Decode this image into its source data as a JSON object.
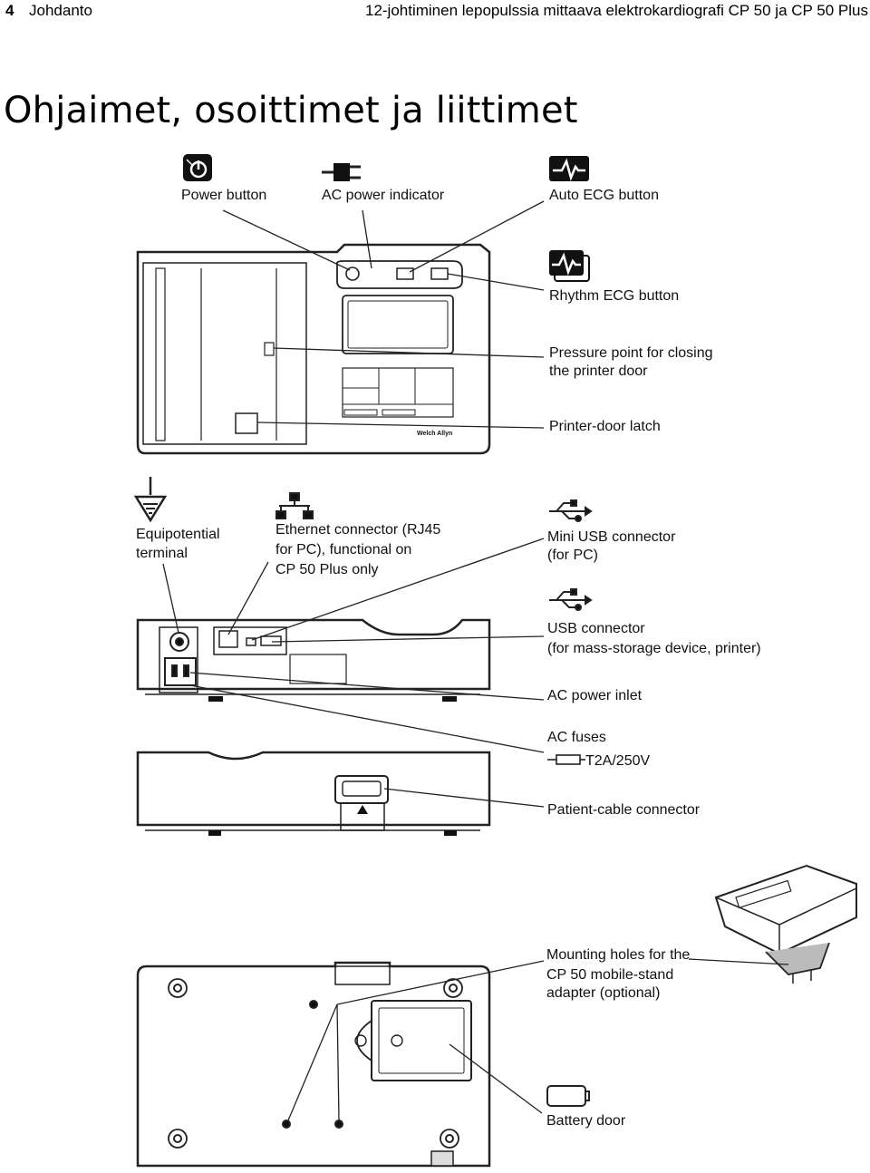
{
  "header": {
    "page_number": "4",
    "section": "Johdanto",
    "running_title": "12-johtiminen lepopulssia mittaava elektrokardiografi CP 50 ja CP 50 Plus"
  },
  "page_title": "Ohjaimet, osoittimet ja liittimet",
  "top_view": {
    "power_button": "Power button",
    "ac_power_indicator": "AC power indicator",
    "auto_ecg_button": "Auto ECG button",
    "rhythm_ecg_button": "Rhythm ECG button",
    "pressure_point_1": "Pressure point for closing",
    "pressure_point_2": "the printer door",
    "printer_door_latch": "Printer-door latch",
    "brand": "Welch Allyn"
  },
  "rear_view": {
    "equipotential_1": "Equipotential",
    "equipotential_2": "terminal",
    "ethernet_1": "Ethernet connector (RJ45",
    "ethernet_2": "for PC), functional on",
    "ethernet_3": "CP 50 Plus only",
    "mini_usb_1": "Mini USB connector",
    "mini_usb_2": "(for PC)",
    "usb_1": "USB connector",
    "usb_2": "(for mass-storage device, printer)",
    "ac_inlet": "AC power inlet",
    "ac_fuses": "AC fuses",
    "fuse_rating": "T2A/250V"
  },
  "front_view": {
    "patient_cable": "Patient-cable connector"
  },
  "bottom_view": {
    "mounting_1": "Mounting holes for the",
    "mounting_2": "CP 50 mobile-stand",
    "mounting_3": "adapter (optional)",
    "battery_door": "Battery door"
  }
}
